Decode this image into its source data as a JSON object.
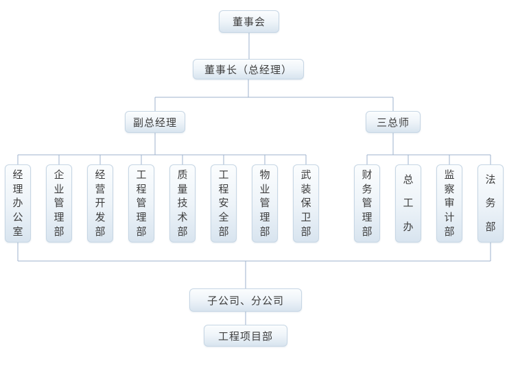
{
  "nodes": {
    "board": "董事会",
    "chairman": "董事长（总经理）",
    "deputy_gm": "副总经理",
    "three_chiefs": "三总师",
    "subsidiaries": "子公司、分公司",
    "project_dept": "工程项目部"
  },
  "departments_left": [
    "经理办公室",
    "企业管理部",
    "经营开发部",
    "工程管理部",
    "质量技术部",
    "工程安全部",
    "物业管理部",
    "武装保卫部"
  ],
  "departments_right": [
    "财务管理部",
    "总工办",
    "监察审计部",
    "法务部"
  ],
  "colors": {
    "background": "#ffffff",
    "box_border": "#c6d6e4",
    "box_gradient_top": "#fbfdfe",
    "box_gradient_bottom": "#d8e4ef",
    "connector_line": "#9cb2cc",
    "text": "#3d3d3d"
  }
}
